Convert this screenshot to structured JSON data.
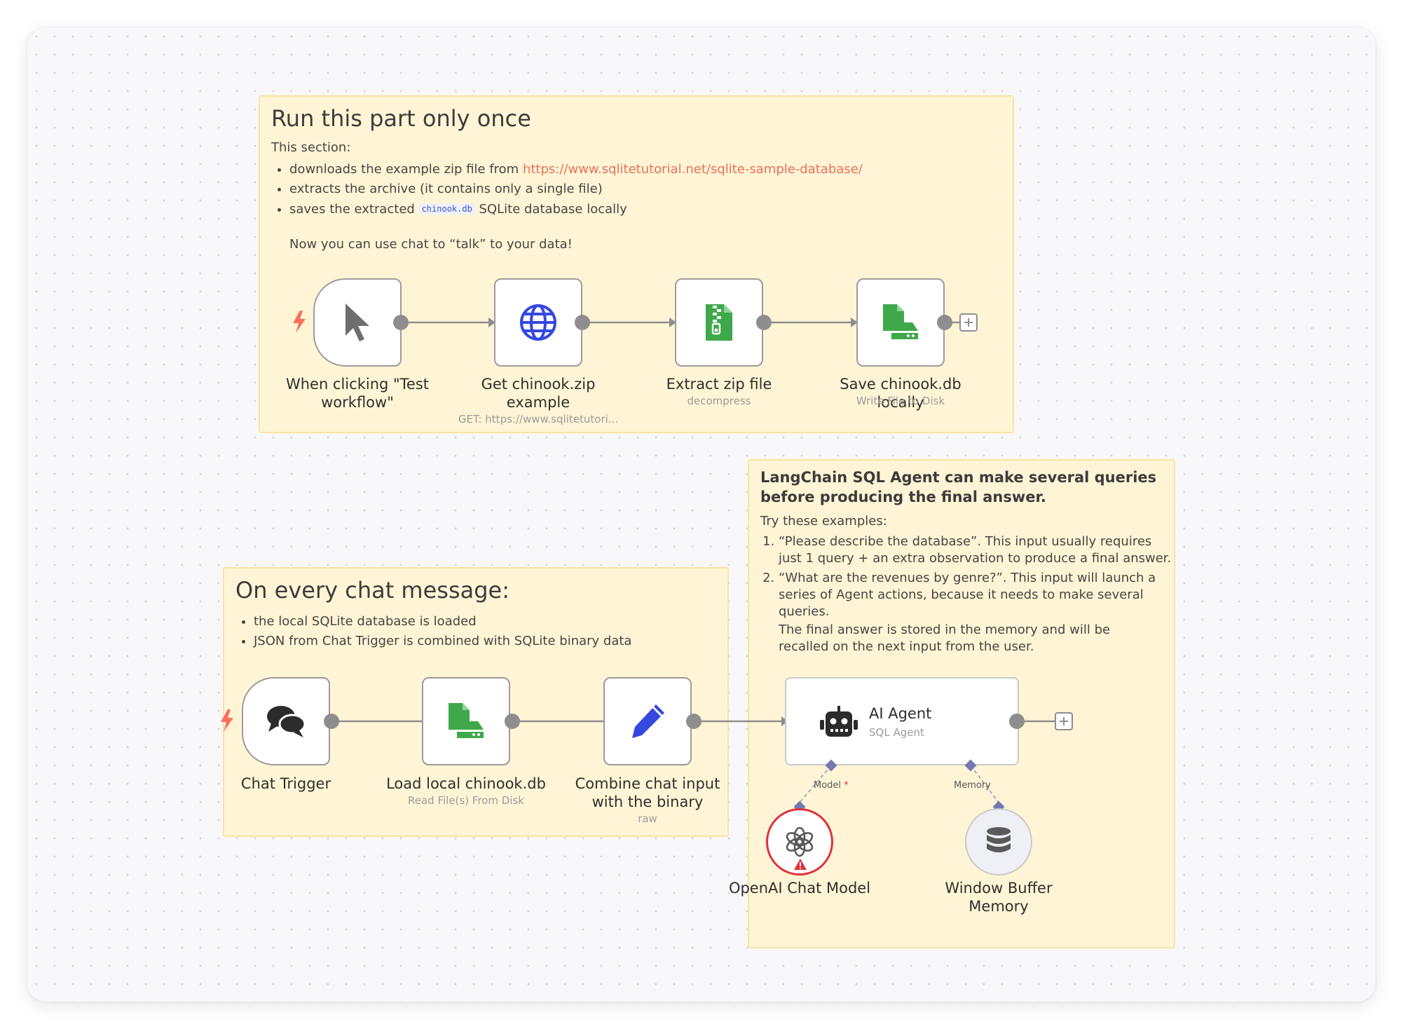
{
  "note_top": {
    "title": "Run this part only once",
    "intro": "This section:",
    "bullet1_prefix": "downloads the example zip file from ",
    "bullet1_link": "https://www.sqlitetutorial.net/sqlite-sample-database/",
    "bullet2": "extracts the archive (it contains only a single file)",
    "bullet3_prefix": "saves the extracted ",
    "bullet3_code": "chinook.db",
    "bullet3_suffix": " SQLite database locally",
    "outro": "Now you can use chat to “talk” to your data!"
  },
  "note_left": {
    "title": "On every chat message:",
    "bullets": [
      "the local SQLite database is loaded",
      "JSON from Chat Trigger is combined with SQLite binary data"
    ]
  },
  "note_right": {
    "title": "LangChain SQL Agent can make several queries before producing the final answer.",
    "intro": "Try these examples:",
    "items": [
      "“Please describe the database”. This input usually requires just 1 query + an extra observation to produce a final answer.",
      "“What are the revenues by genre?”. This input will launch a series of Agent actions, because it needs to make several queries."
    ],
    "outro": "The final answer is stored in the memory and will be recalled on the next input from the user."
  },
  "nodes": {
    "manual_trigger": {
      "label": "When clicking \"Test workflow\"",
      "icon": "cursor-icon"
    },
    "get_zip": {
      "label": "Get chinook.zip example",
      "subtitle": "GET: https://www.sqlitetutori...",
      "icon": "globe-icon"
    },
    "extract_zip": {
      "label": "Extract zip file",
      "subtitle": "decompress",
      "icon": "zip-file-icon"
    },
    "save_db": {
      "label": "Save chinook.db locally",
      "subtitle": "Write File to Disk",
      "icon": "file-disk-icon"
    },
    "chat_trigger": {
      "label": "Chat Trigger",
      "icon": "chat-bubbles-icon"
    },
    "load_db": {
      "label": "Load local chinook.db",
      "subtitle": "Read File(s) From Disk",
      "icon": "file-disk-icon"
    },
    "combine": {
      "label": "Combine chat input with the binary",
      "subtitle": "raw",
      "icon": "pencil-icon"
    },
    "ai_agent": {
      "label": "AI Agent",
      "subtitle": "SQL Agent",
      "icon": "robot-icon"
    },
    "openai_model": {
      "label": "OpenAI Chat Model",
      "icon": "openai-icon",
      "status": "warning"
    },
    "memory": {
      "label": "Window Buffer Memory",
      "icon": "database-icon"
    }
  },
  "connections": {
    "model_label": "Model",
    "model_required": "*",
    "memory_label": "Memory"
  },
  "colors": {
    "note_bg": "#fff5d6",
    "note_border": "#f7e3a4",
    "link": "#e8705a",
    "trigger_bolt": "#ff6d5a",
    "green_icon": "#3fa84b",
    "blue_icon": "#3448e0",
    "warning": "#e0303a"
  }
}
